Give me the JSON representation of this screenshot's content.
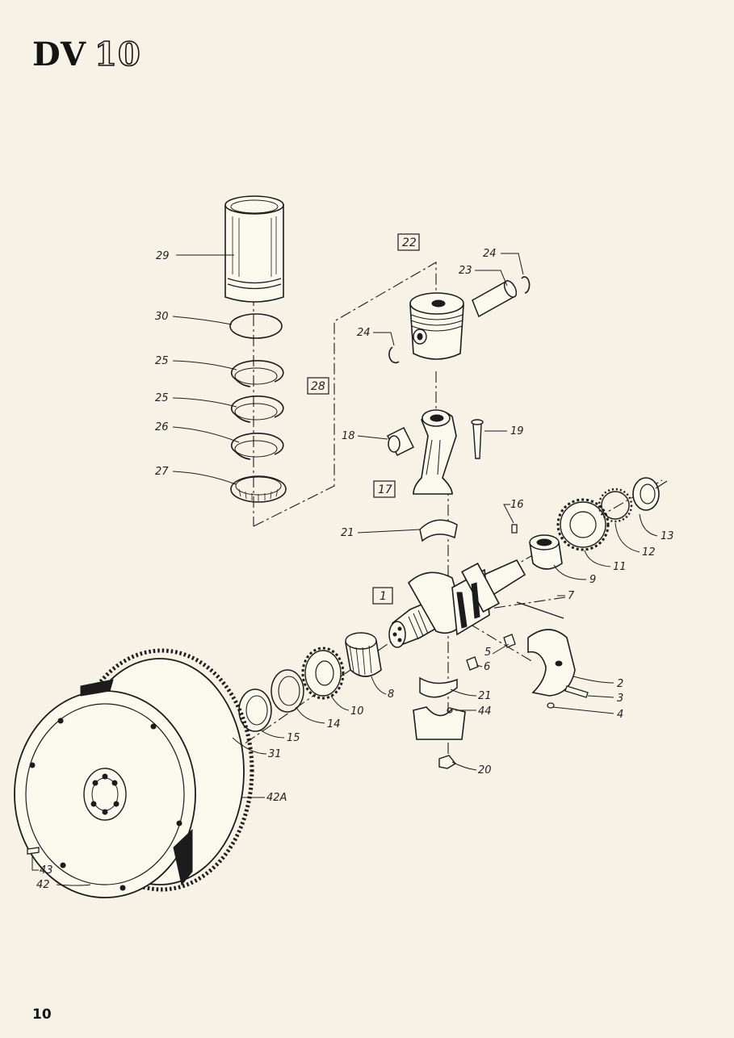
{
  "document": {
    "model": "DV",
    "model_number": "10",
    "page_number": "10"
  },
  "callouts": [
    {
      "id": "29",
      "text": "29"
    },
    {
      "id": "30",
      "text": "30"
    },
    {
      "id": "25a",
      "text": "25"
    },
    {
      "id": "25b",
      "text": "25"
    },
    {
      "id": "26",
      "text": "26"
    },
    {
      "id": "27",
      "text": "27"
    },
    {
      "id": "22",
      "text": "22"
    },
    {
      "id": "23",
      "text": "23"
    },
    {
      "id": "24a",
      "text": "24"
    },
    {
      "id": "24b",
      "text": "24"
    },
    {
      "id": "28",
      "text": "28"
    },
    {
      "id": "18",
      "text": "18"
    },
    {
      "id": "19",
      "text": "19"
    },
    {
      "id": "17",
      "text": "17"
    },
    {
      "id": "16",
      "text": "16"
    },
    {
      "id": "13",
      "text": "13"
    },
    {
      "id": "12",
      "text": "12"
    },
    {
      "id": "11",
      "text": "11"
    },
    {
      "id": "9",
      "text": "9"
    },
    {
      "id": "7",
      "text": "7"
    },
    {
      "id": "21a",
      "text": "21"
    },
    {
      "id": "1",
      "text": "1"
    },
    {
      "id": "5",
      "text": "5"
    },
    {
      "id": "6",
      "text": "6"
    },
    {
      "id": "2",
      "text": "2"
    },
    {
      "id": "3",
      "text": "3"
    },
    {
      "id": "4",
      "text": "4"
    },
    {
      "id": "21b",
      "text": "21"
    },
    {
      "id": "44",
      "text": "44"
    },
    {
      "id": "8",
      "text": "8"
    },
    {
      "id": "10",
      "text": "10"
    },
    {
      "id": "14",
      "text": "14"
    },
    {
      "id": "15",
      "text": "15"
    },
    {
      "id": "31",
      "text": "31"
    },
    {
      "id": "20",
      "text": "20"
    },
    {
      "id": "42A",
      "text": "42A"
    },
    {
      "id": "43",
      "text": "43"
    },
    {
      "id": "42",
      "text": "42"
    }
  ]
}
